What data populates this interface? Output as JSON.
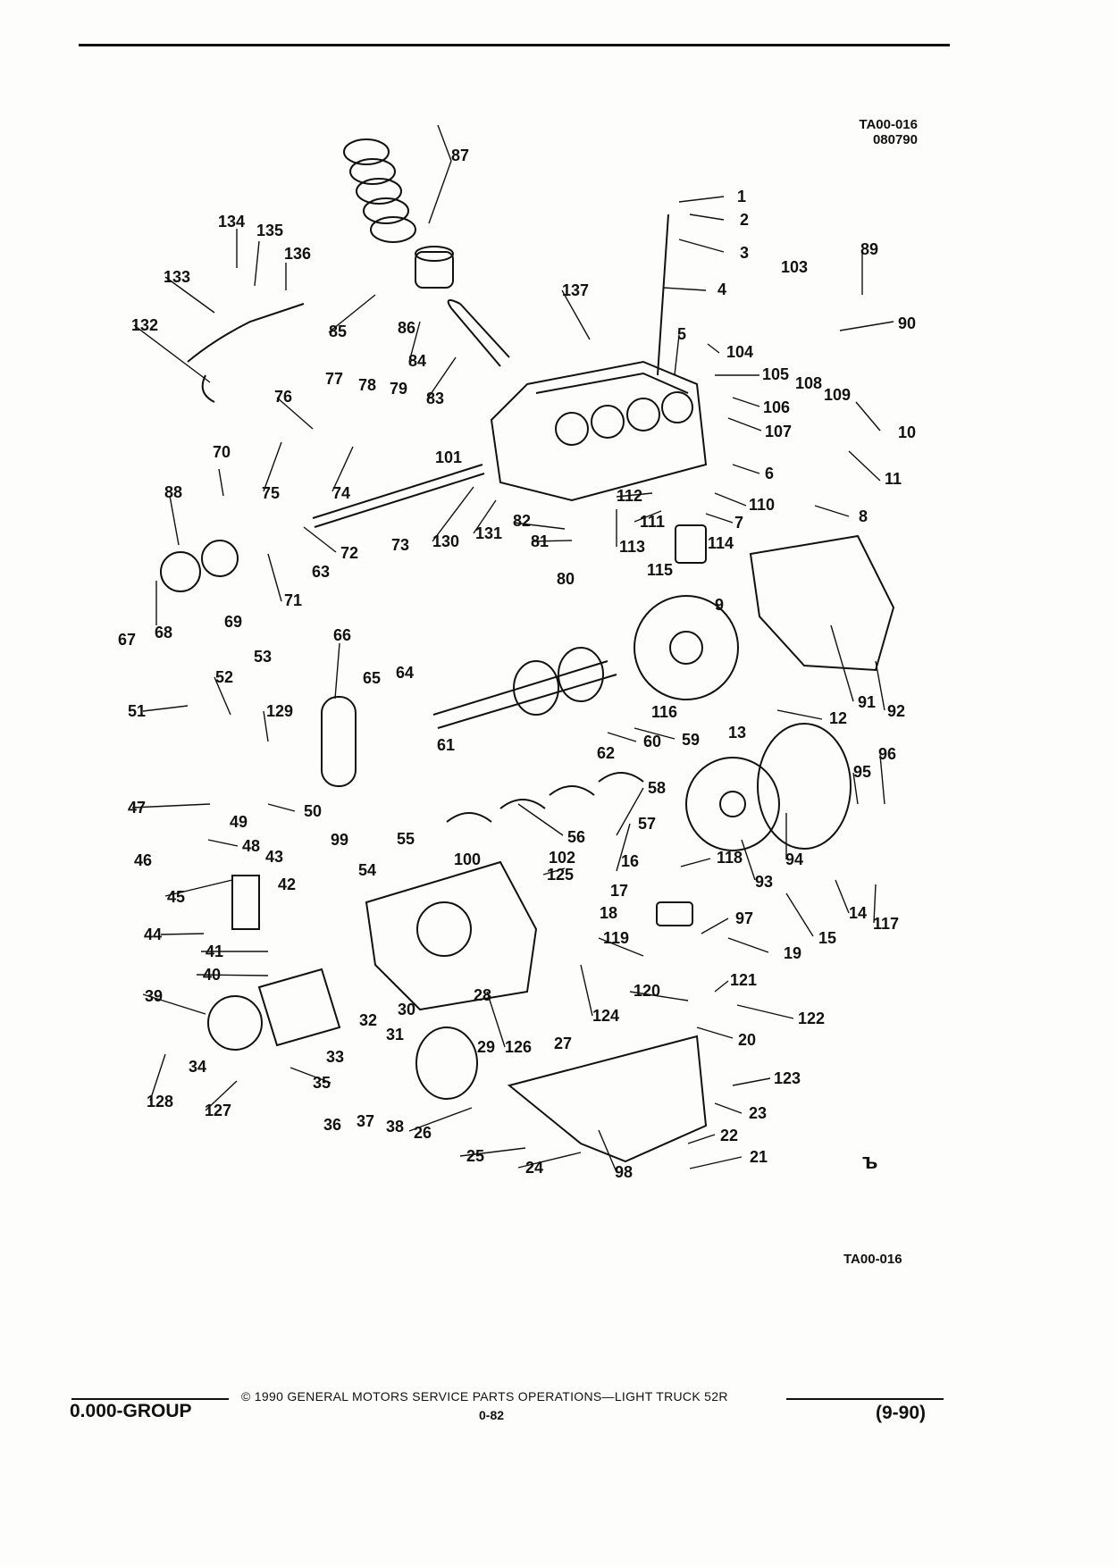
{
  "figure": {
    "code_top": "TA00-016",
    "date_code": "080790",
    "code_bottom": "TA00-016"
  },
  "labels": [
    "1",
    "2",
    "3",
    "4",
    "5",
    "6",
    "7",
    "8",
    "9",
    "10",
    "11",
    "12",
    "13",
    "14",
    "15",
    "16",
    "17",
    "18",
    "19",
    "20",
    "21",
    "22",
    "23",
    "24",
    "25",
    "26",
    "27",
    "28",
    "29",
    "30",
    "31",
    "32",
    "33",
    "34",
    "35",
    "36",
    "37",
    "38",
    "39",
    "40",
    "41",
    "42",
    "43",
    "44",
    "45",
    "46",
    "47",
    "48",
    "49",
    "50",
    "51",
    "52",
    "53",
    "54",
    "55",
    "56",
    "57",
    "58",
    "59",
    "60",
    "61",
    "62",
    "63",
    "64",
    "65",
    "66",
    "67",
    "68",
    "69",
    "70",
    "71",
    "72",
    "73",
    "74",
    "75",
    "76",
    "77",
    "78",
    "79",
    "80",
    "81",
    "82",
    "83",
    "84",
    "85",
    "86",
    "87",
    "88",
    "89",
    "90",
    "91",
    "92",
    "93",
    "94",
    "95",
    "96",
    "97",
    "98",
    "99",
    "100",
    "101",
    "102",
    "103",
    "104",
    "105",
    "106",
    "107",
    "108",
    "109",
    "110",
    "111",
    "112",
    "113",
    "114",
    "115",
    "116",
    "117",
    "118",
    "119",
    "120",
    "121",
    "122",
    "123",
    "124",
    "125",
    "126",
    "127",
    "128",
    "129",
    "130",
    "131",
    "132",
    "133",
    "134",
    "135",
    "136",
    "137"
  ],
  "footer": {
    "copyright": "© 1990 GENERAL MOTORS SERVICE PARTS OPERATIONS—LIGHT TRUCK 52R",
    "group": "0.000-GROUP",
    "page": "0-82",
    "date": "(9-90)",
    "gm_mark": "ъ"
  }
}
